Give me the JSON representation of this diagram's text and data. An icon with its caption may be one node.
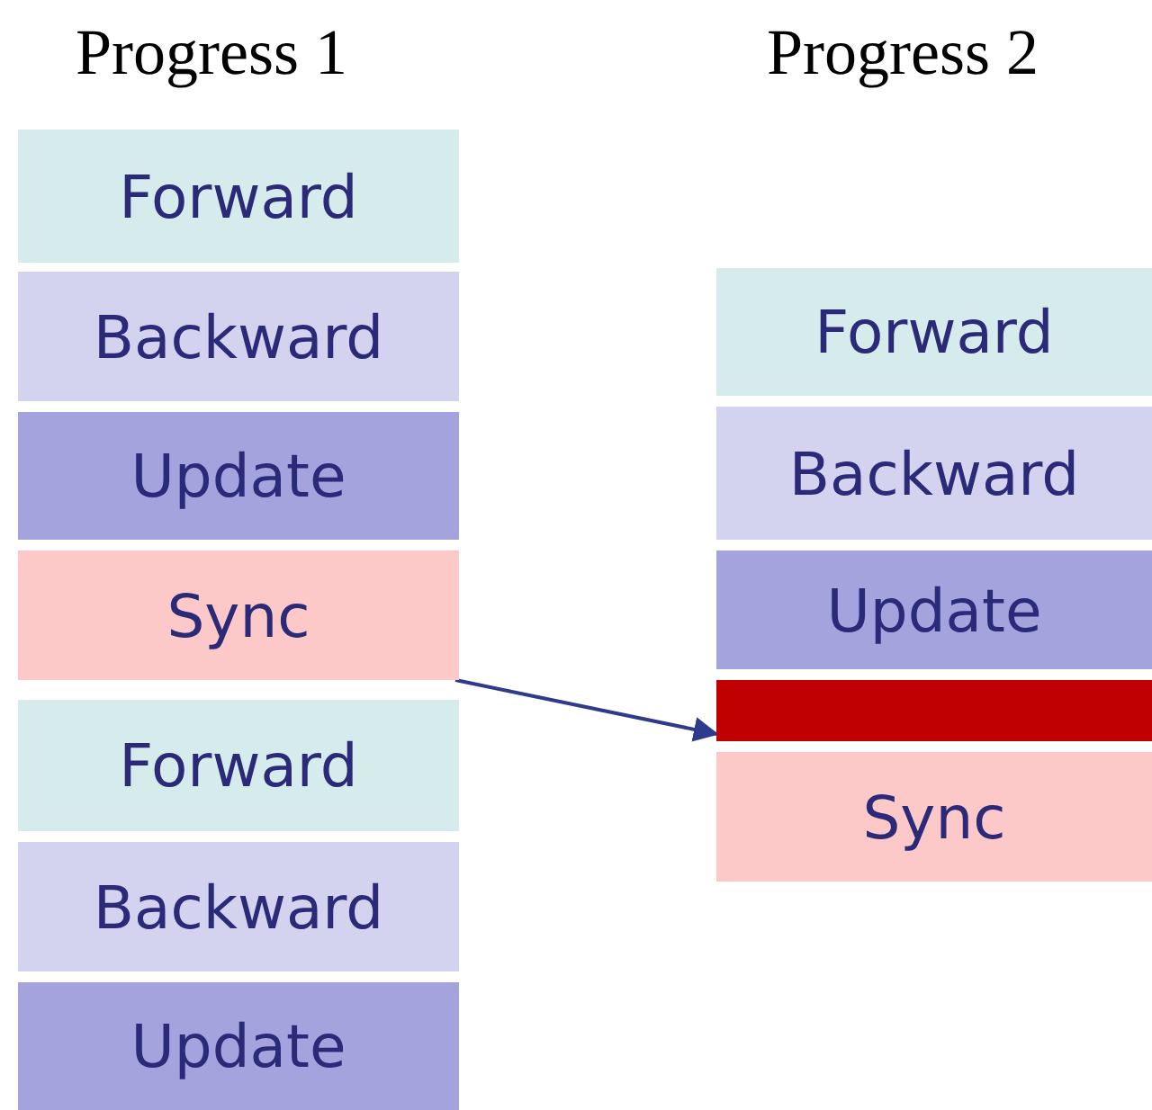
{
  "diagram": {
    "nodes": [
      {
        "text": [
          "Forward"
        ]
      },
      {
        "text": [
          "Backward"
        ]
      },
      {
        "text": [
          "Update"
        ]
      },
      {
        "text": [
          "Sync"
        ]
      },
      {
        "text": [
          "Forward"
        ]
      },
      {
        "text": [
          "Backward"
        ]
      },
      {
        "text": [
          "Update"
        ]
      },
      {
        "text": [
          "Forward"
        ]
      },
      {
        "text": [
          "Backward"
        ]
      },
      {
        "text": [
          "Update"
        ]
      },
      {
        "text": [],
        "shape": "bar"
      },
      {
        "text": [
          "Sync"
        ]
      }
    ],
    "edges": [
      {
        "from": 3,
        "to": 10,
        "arrow": "to"
      }
    ],
    "labels": [
      "Progress 1",
      "Progress 2"
    ]
  }
}
